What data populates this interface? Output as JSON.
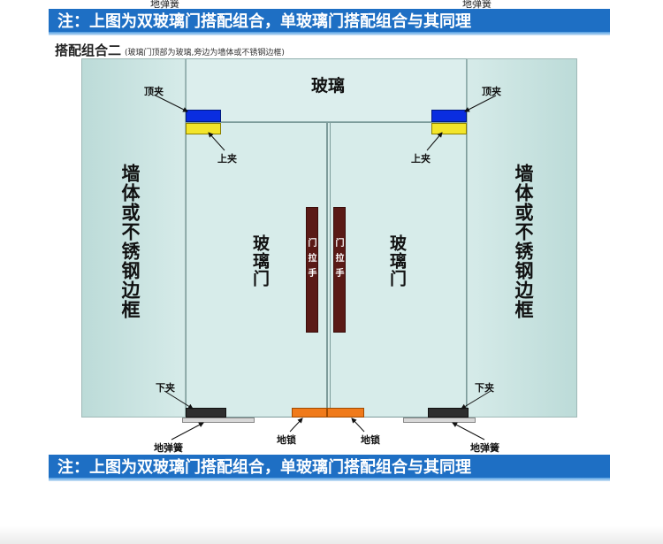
{
  "banner_text": "注：上图为双玻璃门搭配组合，单玻璃门搭配组合与其同理",
  "top_crop_labels": [
    "地弹簧",
    "地弹簧"
  ],
  "subtitle": {
    "main": "搭配组合二",
    "note": "(玻璃门顶部为玻璃,旁边为墙体或不锈钢边框)"
  },
  "top_glass_label": "玻璃",
  "wall_label": "墙体或不锈钢边框",
  "door_label": "玻璃门",
  "handle_label": "门拉手",
  "callouts": {
    "top_clamp": "顶夹",
    "upper_clamp": "上夹",
    "bottom_clamp": "下夹",
    "floor_spring": "地弹簧",
    "floor_lock": "地锁"
  },
  "colors": {
    "banner": "#1e6fc4",
    "top_clamp": "#0a2de0",
    "upper_clamp": "#f3e52a",
    "bottom_clamp": "#2e2e2e",
    "floor_lock": "#f07a1a",
    "handle": "#5a1a16",
    "glass": "#d7ecea"
  }
}
